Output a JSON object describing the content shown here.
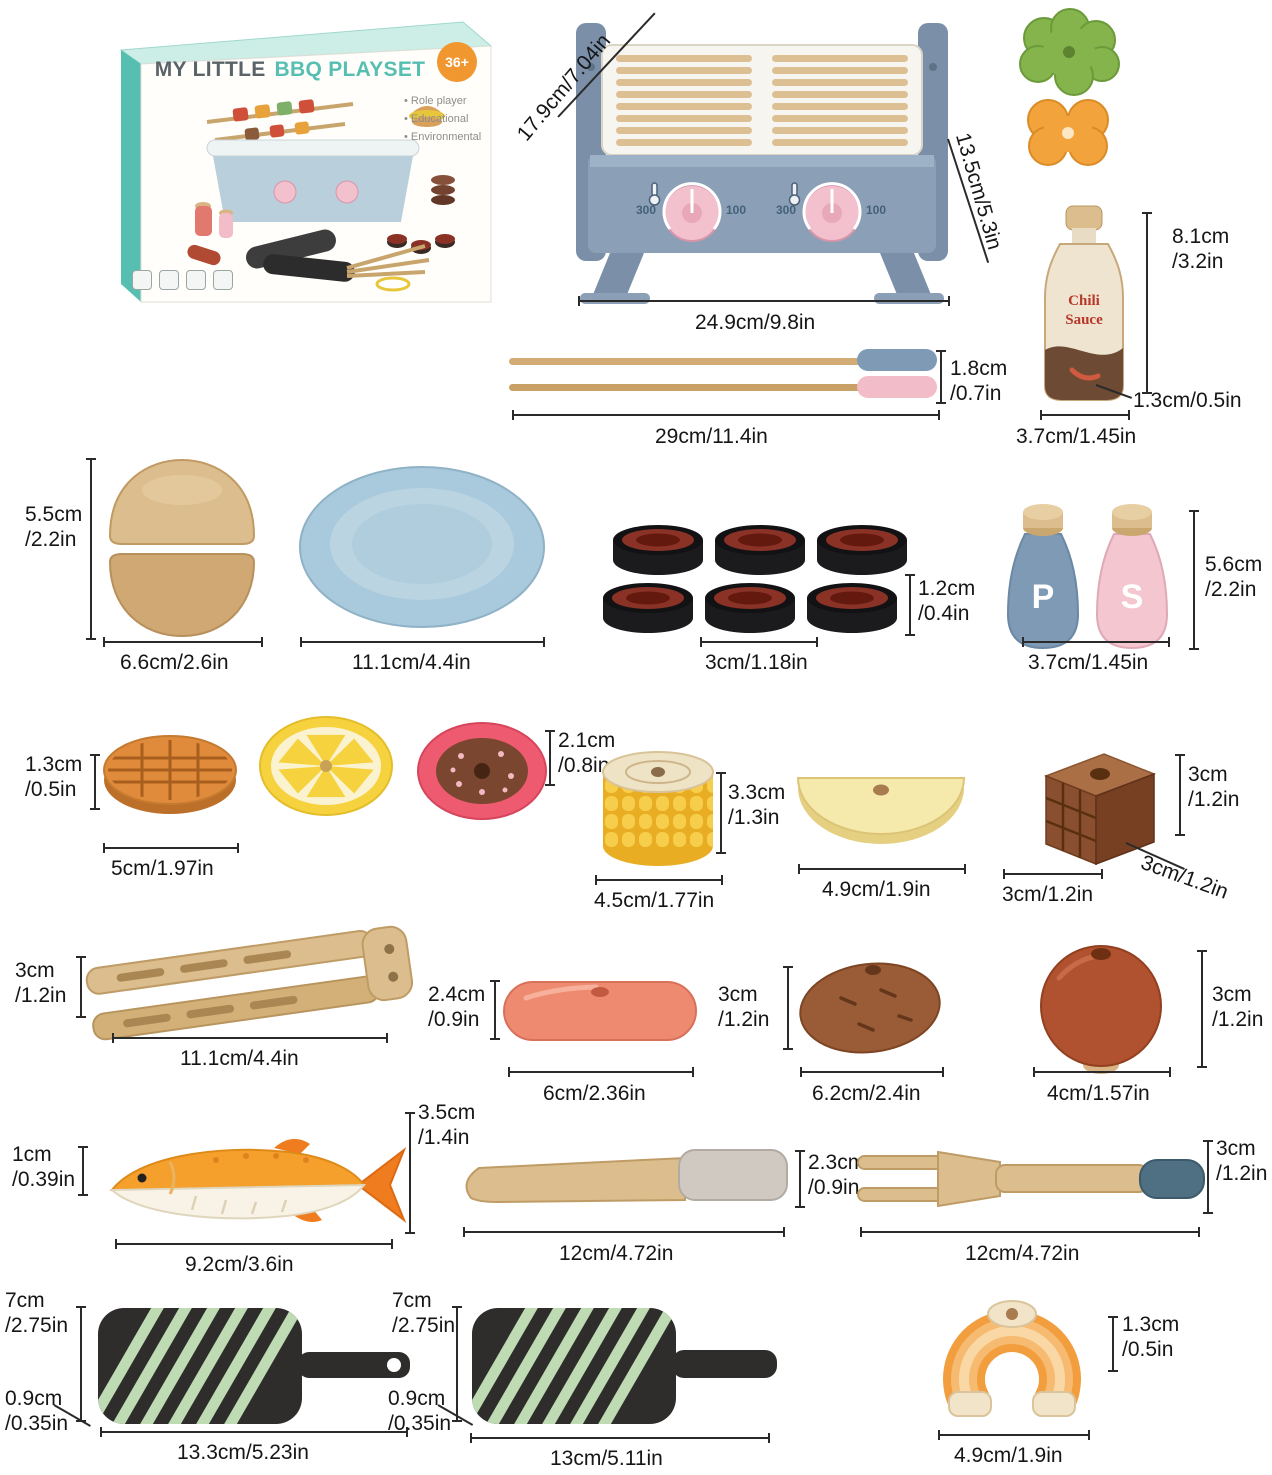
{
  "colors": {
    "accent_teal": "#56bfb2",
    "badge_orange": "#f0972f",
    "grill_blue": "#8ba0b7",
    "grill_blue_dark": "#7b90a8",
    "knob_pink": "#f3c0cd",
    "plate_blue": "#a9c9dc",
    "wood": "#dcbd8d",
    "wood_dark": "#cfa873",
    "pepper_blue": "#7e9ab5",
    "salt_pink": "#f4c6cf",
    "pan_black": "#2e2d2b",
    "pan_stripe": "#bedbb4"
  },
  "box": {
    "title1": "MY LITTLE",
    "title2": "BBQ PLAYSET",
    "badge": "36+",
    "features": [
      "• Role player",
      "• Educational",
      "• Environmental"
    ]
  },
  "grill": {
    "dim_depth": "17.9cm/7.04in",
    "dim_height": "13.5cm/5.3in",
    "dim_width": "24.9cm/9.8in",
    "knob_left_min": "300",
    "knob_left_max": "100",
    "knob_right_min": "300",
    "knob_right_max": "100"
  },
  "chili_bottle": {
    "label": "Chili\nSauce",
    "dim_height": "8.1cm\n/3.2in",
    "dim_base": "1.3cm/0.5in",
    "dim_width": "3.7cm/1.45in"
  },
  "skewers": {
    "dim_thickness": "1.8cm\n/0.7in",
    "dim_length": "29cm/11.4in"
  },
  "bun": {
    "dim_height": "5.5cm\n/2.2in",
    "dim_width": "6.6cm/2.6in"
  },
  "plate": {
    "dim_width": "11.1cm/4.4in"
  },
  "patties": {
    "dim_height": "1.2cm\n/0.4in",
    "dim_width": "3cm/1.18in"
  },
  "shakers": {
    "pepper_letter": "P",
    "salt_letter": "S",
    "dim_height": "5.6cm\n/2.2in",
    "dim_width": "3.7cm/1.45in"
  },
  "biscuit": {
    "dim_height": "1.3cm\n/0.5in",
    "dim_width": "5cm/1.97in"
  },
  "donut": {
    "dim_height": "2.1cm\n/0.8in"
  },
  "corn": {
    "dim_height": "3.3cm\n/1.3in",
    "dim_width": "4.5cm/1.77in"
  },
  "cheese_half": {
    "dim_width": "4.9cm/1.9in"
  },
  "choc_cube": {
    "dim_height": "3cm\n/1.2in",
    "dim_depth": "3cm/1.2in",
    "dim_width": "3cm/1.2in"
  },
  "tongs": {
    "dim_height": "3cm\n/1.2in",
    "dim_length": "11.1cm/4.4in"
  },
  "sausage": {
    "dim_height": "2.4cm\n/0.9in",
    "dim_length": "6cm/2.36in"
  },
  "sweet_potato": {
    "dim_height": "3cm\n/1.2in",
    "dim_length": "6.2cm/2.4in"
  },
  "onion": {
    "dim_height": "3cm\n/1.2in",
    "dim_width": "4cm/1.57in"
  },
  "fish": {
    "dim_body": "1cm\n/0.39in",
    "dim_tail": "3.5cm\n/1.4in",
    "dim_length": "9.2cm/3.6in"
  },
  "knife": {
    "dim_length": "12cm/4.72in",
    "dim_height": "2.3cm\n/0.9in"
  },
  "fork": {
    "dim_height": "3cm\n/1.2in",
    "dim_length": "12cm/4.72in"
  },
  "pan1": {
    "dim_height": "7cm\n/2.75in",
    "dim_thickness": "0.9cm\n/0.35in",
    "dim_length": "13.3cm/5.23in"
  },
  "pan2": {
    "dim_height": "7cm\n/2.75in",
    "dim_thickness": "0.9cm\n/0.35in",
    "dim_length": "13cm/5.11in"
  },
  "salmon_steak": {
    "dim_height": "1.3cm\n/0.5in",
    "dim_width": "4.9cm/1.9in"
  }
}
